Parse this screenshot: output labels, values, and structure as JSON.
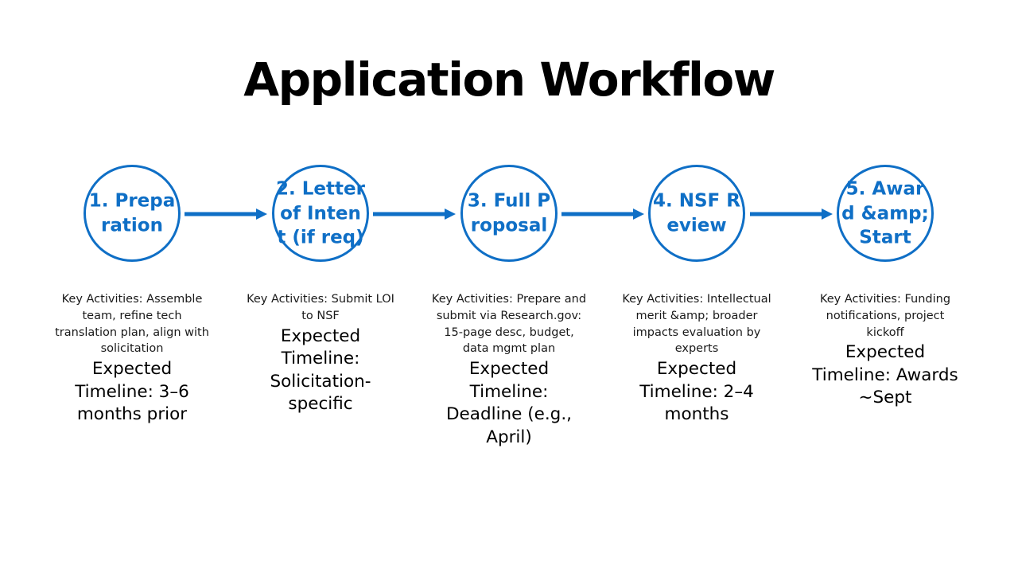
{
  "title": "Application Workflow",
  "steps": [
    {
      "label": "1. Preparation",
      "activities": "Key Activities: Assemble team, refine tech translation plan, align with solicitation",
      "timeline": "Expected Timeline: 3–6 months prior"
    },
    {
      "label": "2. Letter of Intent (if req)",
      "activities": "Key Activities: Submit LOI to NSF",
      "timeline": "Expected Timeline: Solicitation-specific"
    },
    {
      "label": "3. Full Proposal",
      "activities": "Key Activities: Prepare and submit via Research.gov: 15-page desc, budget, data mgmt plan",
      "timeline": "Expected Timeline: Deadline (e.g., April)"
    },
    {
      "label": "4. NSF Review",
      "activities": "Key Activities: Intellectual merit &amp; broader impacts evaluation by experts",
      "timeline": "Expected Timeline: 2–4 months"
    },
    {
      "label": "5. Award &amp; Start",
      "activities": "Key Activities: Funding notifications, project kickoff",
      "timeline": "Expected Timeline: Awards ~Sept"
    }
  ],
  "colors": {
    "accent": "#0f6fc6",
    "text": "#000000"
  },
  "icons": {
    "connector": "right-arrow-icon"
  }
}
